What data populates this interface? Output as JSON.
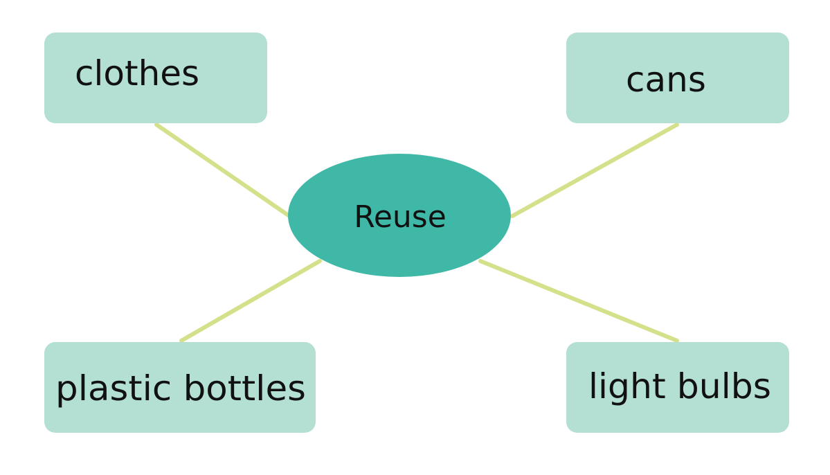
{
  "diagram": {
    "center": {
      "label": "Reuse"
    },
    "leaves": [
      {
        "label": "clothes"
      },
      {
        "label": "cans"
      },
      {
        "label": "plastic bottles"
      },
      {
        "label": "light bulbs"
      }
    ]
  },
  "colors": {
    "center_fill": "#40b8a8",
    "leaf_fill": "#b3e0d3",
    "connector": "#d4e08a",
    "text": "#111111"
  }
}
